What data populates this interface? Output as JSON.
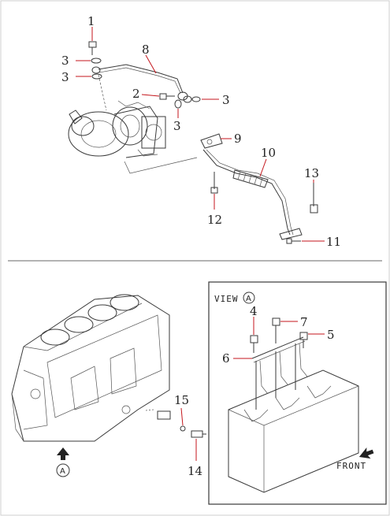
{
  "top_section": {
    "callouts": {
      "c1": "1",
      "c2": "2",
      "c3a": "3",
      "c3b": "3",
      "c3c": "3",
      "c3d": "3",
      "c8": "8",
      "c9": "9",
      "c10": "10",
      "c11": "11",
      "c12": "12",
      "c13": "13"
    }
  },
  "bottom_section": {
    "view_label": "VIEW",
    "view_marker": "A",
    "front_label": "FRONT",
    "block_marker": "A",
    "callouts": {
      "c4": "4",
      "c5": "5",
      "c6": "6",
      "c7": "7",
      "c14": "14",
      "c15": "15"
    }
  },
  "colors": {
    "leader": "#c4161c",
    "line": "#3a3a3a"
  }
}
